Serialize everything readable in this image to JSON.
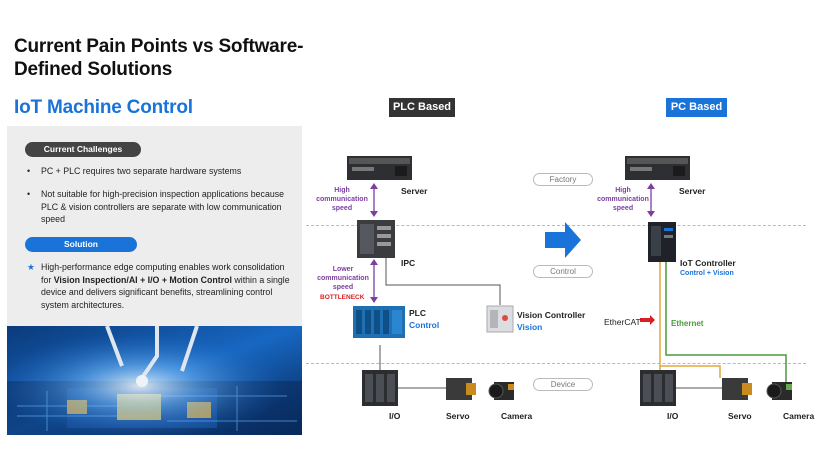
{
  "header": {
    "title": "Current Pain Points vs Software-Defined Solutions",
    "subtitle": "IoT Machine Control"
  },
  "left_panel": {
    "challenges_label": "Current Challenges",
    "challenges": [
      "PC + PLC requires two separate hardware systems",
      "Not suitable for high-precision inspection applications because PLC & vision controllers are separate with low communication speed"
    ],
    "solution_label": "Solution",
    "solution": {
      "pre": "High-performance edge computing enables work consolidation for ",
      "bold": "Vision Inspection/AI + I/O + Motion Control",
      "post": " within a single device and delivers significant benefits, streamlining control system architectures."
    }
  },
  "diagram": {
    "plc_tag": "PLC Based",
    "pc_tag": "PC Based",
    "layers": [
      "Factory",
      "Control",
      "Device"
    ],
    "plc": {
      "server": "Server",
      "high_speed": "High communication speed",
      "ipc": "IPC",
      "lower_speed": "Lower communication speed",
      "bottleneck": "BOTTLENECK",
      "plc_label": "PLC",
      "plc_sub": "Control",
      "vision_label": "Vision Controller",
      "vision_sub": "Vision",
      "io": "I/O",
      "servo": "Servo",
      "camera": "Camera"
    },
    "pc": {
      "server": "Server",
      "high_speed": "High communication speed",
      "iot_label": "IoT Controller",
      "iot_sub": "Control + Vision",
      "ethercat": "EtherCAT",
      "ethernet": "Ethernet",
      "io": "I/O",
      "servo": "Servo",
      "camera": "Camera"
    },
    "colors": {
      "purple": "#7b3fa1",
      "ethercat_line": "#e3a73d",
      "ethernet_line": "#4a9a3d",
      "arrow": "#1a73d9"
    }
  }
}
